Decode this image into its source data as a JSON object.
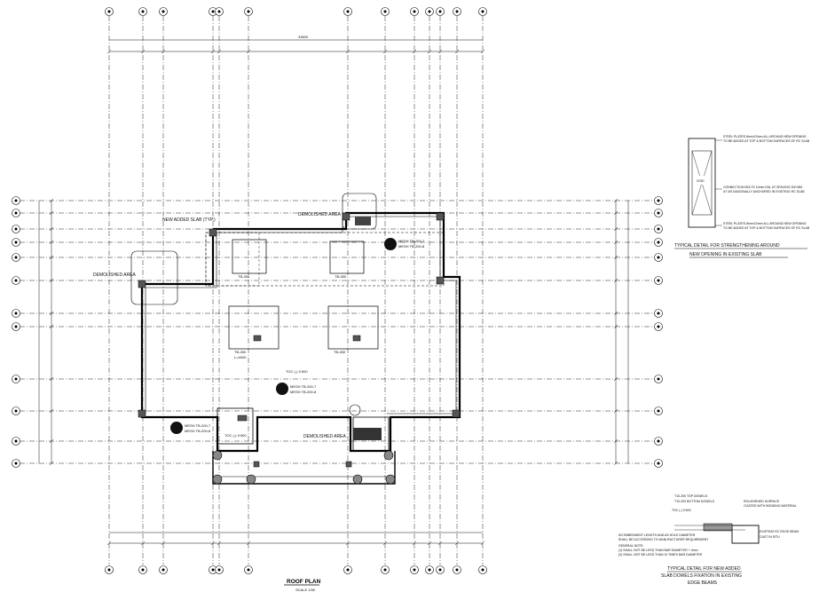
{
  "plan": {
    "title": "ROOF PLAN",
    "scale": "SCALE 1/50"
  },
  "details": {
    "opening": {
      "title_line1": "TYPICAL DETAIL FOR STRENGTHENING AROUND",
      "title_line2": "NEW OPENING IN EXISTING SLAB",
      "note_top": "STEEL PLATES 8mm/10mm ALL AROUND NEW OPENING",
      "note_top2": "TO BE ADDED AT TOP & BOTTOM SURFACES OF RC SLAB",
      "note_mid": "CONNECTION BOLTS 10mm DIA. AT SPACING 300 MM",
      "note_mid2": "AT 4/5 DIAGONALLY ANCHORED IN EXISTING RC SLAB",
      "note_bot": "STEEL PLATES 8mm/10mm ALL AROUND NEW OPENING",
      "note_bot2": "TO BE ADDED AT TOP & BOTTOM SURFACES OF RC SLAB",
      "void_label": "VOID"
    },
    "dowels": {
      "title_line1": "TYPICAL DETAIL FOR NEW ADDED",
      "title_line2": "SLAB DOWELS FIXATION IN EXISTING",
      "title_line3": "EDGE BEAMS",
      "note1": "T10-200 TOP DOWELS",
      "note2": "T10-200 BOTTOM DOWELS",
      "note3": "TOC (-) 9.500",
      "note4": "ROUGHENED SURFACE",
      "note5": "COATED WITH BONDING MATERIAL",
      "note6": "EXISTING RC EDGE BEAM",
      "note7": "CAST IN SITU",
      "note8": "AS EMBEDMENT LENGTH AND AS HOLE DIAMETER",
      "note9": "SHALL BE ACCORDING TO MANUFACTURER REQUIREMENT",
      "note10": "GENERAL NOTE:",
      "note11": "(1) SHALL NOT BE LESS THAN BAR DIAMETER + 4mm",
      "note12": "(2) SHALL NOT BE LESS THAN 10 TIMES BAR DIAMETER"
    }
  },
  "labels": {
    "new_slab": "NEW ADDED SLAB (TYP.)",
    "demolished_top": "DEMOLISHED AREA",
    "demolished_left": "DEMOLISHED AREA",
    "demolished_bottom": "DEMOLISHED AREA",
    "mesh1": "MESH TB-200-7",
    "mesh1b": "MESH TB-200-8",
    "mesh2": "MESH TB-200-7",
    "mesh2b": "MESH TB-200-8",
    "mesh3": "MESH TB-200-7",
    "mesh3b": "MESH TB-200-8",
    "toc1": "TOC (-) 9.500",
    "toc2": "TOC (-) 9.500",
    "beam1": "TB-450",
    "beam2": "TB-450",
    "beam3": "TB-450",
    "beam4": "TB-450",
    "depth": "L=4000",
    "dim_total": "33600"
  }
}
